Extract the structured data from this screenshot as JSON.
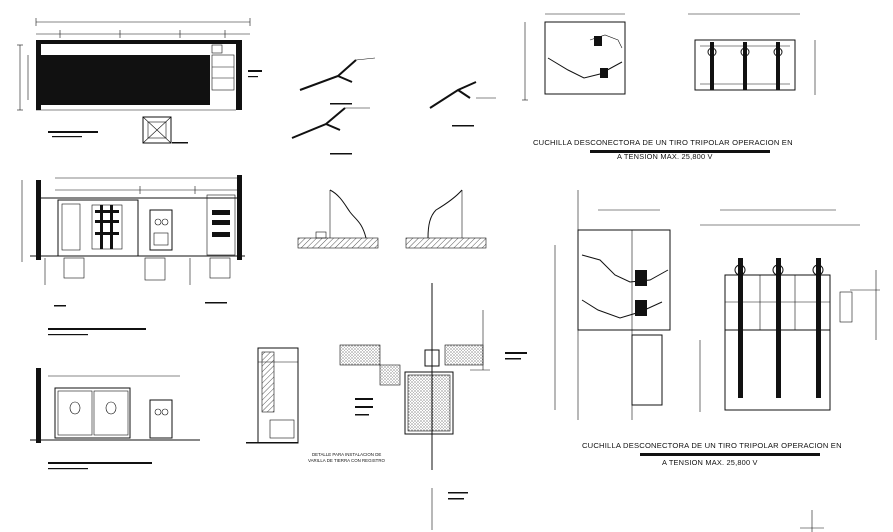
{
  "drawing": {
    "caption_top_line1": "CUCHILLA DESCONECTORA DE UN TIRO TRIPOLAR OPERACION EN",
    "caption_top_line2": "A TENSION  MAX. 25,800 V",
    "caption_bottom_line1": "CUCHILLA DESCONECTORA DE UN TIRO TRIPOLAR OPERACION EN",
    "caption_bottom_line2": "A TENSION  MAX. 25,800 V",
    "detail_caption_line1": "DETALLE PARA INSTALACION DE",
    "detail_caption_line2": "VARILLA DE TIERRA CON REGISTRO"
  },
  "colors": {
    "ink": "#111111",
    "background": "#ffffff"
  }
}
